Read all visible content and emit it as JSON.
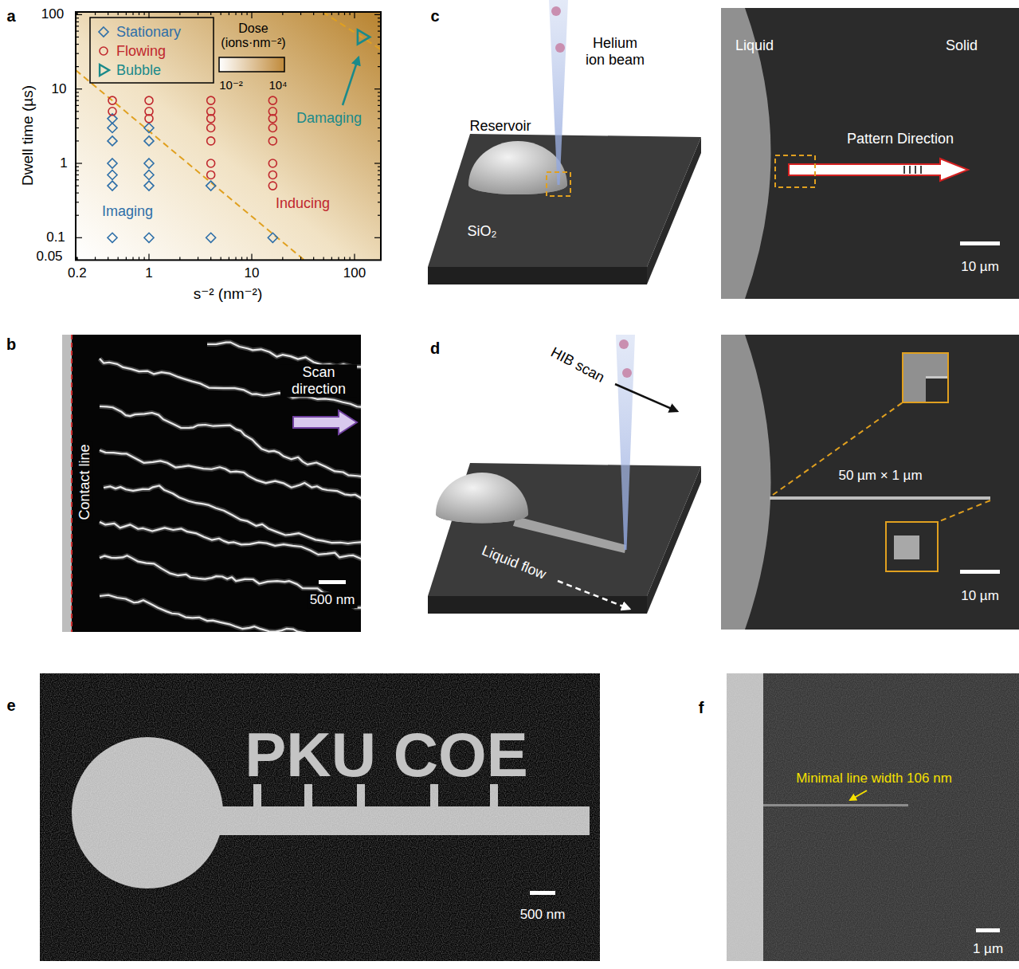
{
  "diagram": {
    "nodes": [
      {
        "text": [
          "Scan direction",
          "Contact line",
          "500 nm"
        ]
      },
      {
        "text": [
          "Liquid",
          "Solid",
          "Pattern Direction",
          "10 µm"
        ]
      },
      {
        "text": [
          "50 µm × 1 µm",
          "10 µm"
        ]
      },
      {
        "text": [
          "PKU COE",
          "500 nm"
        ]
      },
      {
        "text": [
          "Minimal line width 106 nm",
          "1 µm"
        ]
      }
    ],
    "labels": [
      "a",
      "b",
      "c",
      "d",
      "e",
      "f",
      "100",
      "10",
      "1",
      "0.1",
      "0.05",
      "0.2",
      "1",
      "10",
      "100",
      "Dwell time (µs)",
      "s⁻² (nm⁻²)",
      "Dose (ions·nm⁻²)",
      "10⁻²",
      "10⁴",
      "Imaging",
      "Inducing",
      "Damaging",
      "Helium ion beam",
      "Reservoir",
      "SiO₂",
      "HIB scan",
      "Liquid flow"
    ],
    "legend": [
      {
        "text": "Stationary"
      },
      {
        "text": "Flowing"
      },
      {
        "text": "Bubble"
      }
    ]
  }
}
